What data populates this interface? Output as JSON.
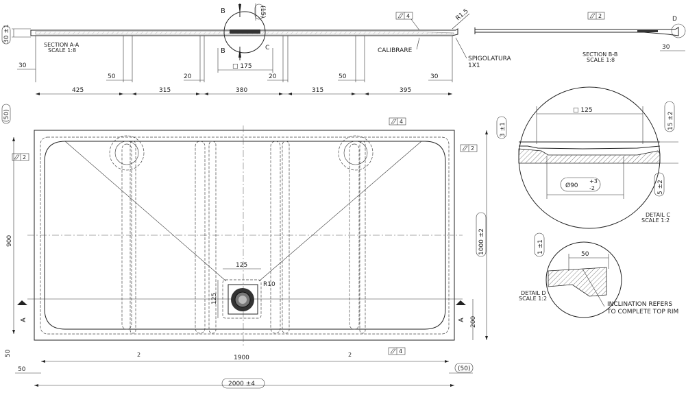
{
  "section_aa": {
    "title": "SECTION A-A",
    "scale": "SCALE 1:8",
    "dims": [
      "425",
      "315",
      "380",
      "315",
      "395"
    ],
    "gaps": [
      "50",
      "20",
      "20",
      "50"
    ],
    "side_left": "30",
    "side_right": "30",
    "height": "30 ±1",
    "drain": "□ 175",
    "drain_depth": "(15)",
    "cut_label": "B",
    "c_label": "C",
    "calibrare": "CALIBRARE",
    "spigolatura": "SPIGOLATURA",
    "spigolatura_size": "1X1",
    "radius": "R1,5",
    "flatness": "4"
  },
  "section_bb": {
    "title": "SECTION B-B",
    "scale": "SCALE 1:8",
    "dim": "30",
    "d_label": "D",
    "flatness": "2"
  },
  "plan": {
    "overall_width": "1900",
    "overall_total": "2000 ±4",
    "left_50": "50",
    "right_50": "(50)",
    "top_50": "(50)",
    "bottom_50": "50",
    "inner_height": "900",
    "outer_height": "1000 ±2",
    "drain_off": "200",
    "drain_w": "125",
    "drain_h": "125",
    "drain_r": "R10",
    "section_label": "A",
    "flat_top": "4",
    "flat_right": "2",
    "flat_left": "2",
    "flat_bottom": "4",
    "mark": "2"
  },
  "detail_c": {
    "title": "DETAIL C",
    "scale": "SCALE 1:2",
    "width": "□ 125",
    "dia": "Ø90",
    "tol_plus": "+3",
    "tol_minus": "-2",
    "top_h": "15 ±2",
    "small_h": "3 ±1",
    "bottom_h": "5 ±2"
  },
  "detail_d": {
    "title": "DETAIL D",
    "scale": "SCALE 1:2",
    "width": "50",
    "height": "1 ±1",
    "note_line1": "INCLINATION REFERS",
    "note_line2": "TO COMPLETE TOP RIM"
  }
}
